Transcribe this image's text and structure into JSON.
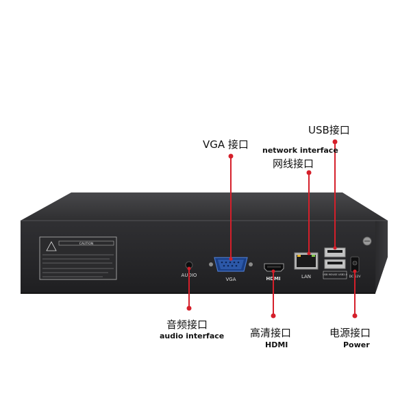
{
  "callouts": {
    "vga": "VGA 接口",
    "usb": "USB接口",
    "network_en": "network interface",
    "network_cn": "网线接口",
    "audio_cn": "音频接口",
    "audio_en": "audio interface",
    "hdmi_cn": "高清接口",
    "hdmi_en": "HDMI",
    "power_cn": "电源接口",
    "power_en": "Power"
  },
  "device_labels": {
    "audio": "AUDIO",
    "vga": "VGA",
    "hdmi": "HDMI",
    "lan": "LAN",
    "usb": "USB MOUSE USB2.0",
    "power": "DC 12V",
    "caution": "CAUTION"
  },
  "colors": {
    "leader": "#d51f2a",
    "chassis_front": "#2b2b2d",
    "chassis_top": "#3a3a3c",
    "panel": "#1c1c1e",
    "vga_blue": "#2c58a8"
  }
}
